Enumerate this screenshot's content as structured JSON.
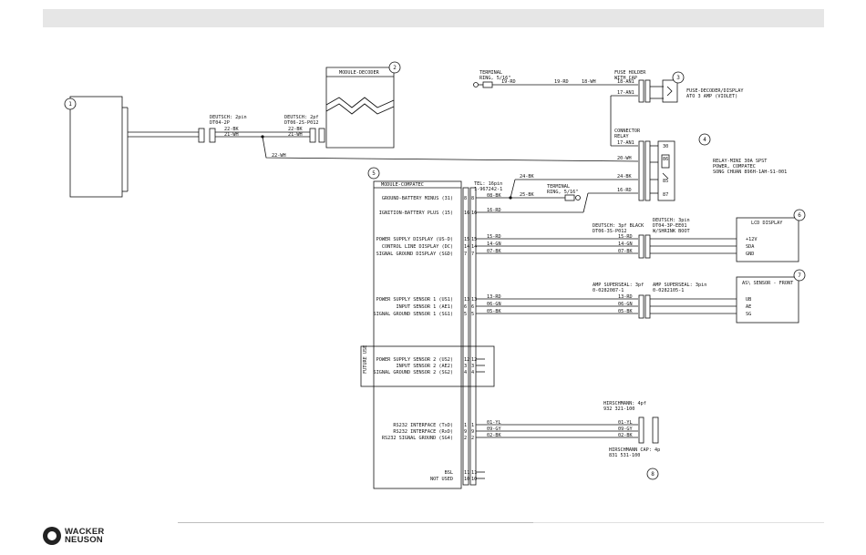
{
  "brand": {
    "line1": "WACKER",
    "line2": "NEUSON"
  },
  "callouts": [
    "1",
    "2",
    "3",
    "4",
    "5",
    "6",
    "7",
    "8"
  ],
  "components": {
    "module_decoder": "MODULE-DECODER",
    "module_compatec": "MODULE-COMPATEC",
    "terminal_ring_top": [
      "TERMINAL",
      "RING, 5/16\""
    ],
    "terminal_ring_mid": [
      "TERMINAL",
      "RING, 5/16\""
    ],
    "fuse_holder": [
      "FUSE HOLDER",
      "WITH CAP"
    ],
    "fuse_label": [
      "FUSE-DECODER/DISPLAY",
      "ATO 3 AMP (VIOLET)"
    ],
    "connector_relay": [
      "CONNECTOR",
      "RELAY"
    ],
    "relay_label": [
      "RELAY-MINI 30A SPST",
      "POWER, COMPATEC",
      "SONG CHUAN 896H-1AH-S1-001"
    ],
    "deutsch_2pin": [
      "DEUTSCH: 2pin",
      "DT04-2P"
    ],
    "deutsch_2pin_f": [
      "DEUTSCH: 2pf",
      "DT06-2S-P012"
    ],
    "tel_16pin": [
      "TEL: 16pin",
      "1-967242-1"
    ],
    "deutsch_3pf_black": [
      "DEUTSCH: 3pf BLACK",
      "DT06-3S-P012"
    ],
    "deutsch_3pin": [
      "DEUTSCH: 3pin",
      "DT04-3P-EE01",
      "W/SHRINK BOOT"
    ],
    "lcd_display": "LCD DISPLAY",
    "amp_superseal_3pf": [
      "AMP SUPERSEAL: 3pf",
      "0-0282087-1"
    ],
    "amp_superseal_3pin": [
      "AMP SUPERSEAL: 3pin",
      "0-0282105-1"
    ],
    "as_sensor_front": "AS\\ SENSOR - FRONT",
    "hirschmann_4pf": [
      "HIRSCHMANN: 4pf",
      "932 321-100"
    ],
    "hirschmann_cap": [
      "HIRSCHMANN CAP: 4p",
      "831 531-100"
    ],
    "future_use": "FUTURE USE"
  },
  "pins_main": [
    {
      "label": "GROUND-BATTERY MINUS (31)",
      "pin": "8",
      "wire": "08-BK"
    },
    {
      "label": "IGNITION-BATTERY PLUS (15)",
      "pin": "16",
      "wire": "16-RD"
    },
    {
      "label": "POWER SUPPLY DISPLAY (US-D)",
      "pin": "15",
      "wire": "15-RD"
    },
    {
      "label": "CONTROL LINE DISPLAY (DC)",
      "pin": "14",
      "wire": "14-GN"
    },
    {
      "label": "SIGNAL GROUND DISPLAY (SGD)",
      "pin": "7",
      "wire": "07-BK"
    },
    {
      "label": "POWER SUPPLY SENSOR 1 (US1)",
      "pin": "13",
      "wire": "13-RD"
    },
    {
      "label": "INPUT SENSOR 1 (AE1)",
      "pin": "6",
      "wire": "06-GN"
    },
    {
      "label": "SIGNAL GROUND SENSOR 1 (SG1)",
      "pin": "5",
      "wire": "05-BK"
    },
    {
      "label": "POWER SUPPLY SENSOR 2 (US2)",
      "pin": "12",
      "wire": ""
    },
    {
      "label": "INPUT SENSOR 2 (AE2)",
      "pin": "3",
      "wire": ""
    },
    {
      "label": "SIGNAL GROUND SENSOR 2 (SG2)",
      "pin": "4",
      "wire": ""
    },
    {
      "label": "RS232 INTERFACE (TxD)",
      "pin": "1",
      "wire": "01-YL"
    },
    {
      "label": "RS232 INTERFACE (RxD)",
      "pin": "9",
      "wire": "09-GY"
    },
    {
      "label": "RS232 SIGNAL GROUND (SG4)",
      "pin": "2",
      "wire": "02-BK"
    },
    {
      "label": "BSL",
      "pin": "11",
      "wire": ""
    },
    {
      "label": "NOT USED",
      "pin": "10",
      "wire": ""
    }
  ],
  "wires": {
    "w22bk": "22-BK",
    "w21wh": "21-WH",
    "w22wh": "22-WH",
    "w19rd": "19-RD",
    "w18wh": "18-WH",
    "w18an": "18-AN1",
    "w17an": "17-AN1",
    "w20wh": "20-WH",
    "w24bk": "24-BK",
    "w16rd": "16-RD",
    "w25bk": "25-BK"
  },
  "relay_pins": [
    "30",
    "86",
    "85",
    "87"
  ],
  "lcd_pins": [
    "+12V",
    "SDA",
    "GND"
  ],
  "sensor_pins": [
    "UB",
    "AE",
    "SG"
  ]
}
